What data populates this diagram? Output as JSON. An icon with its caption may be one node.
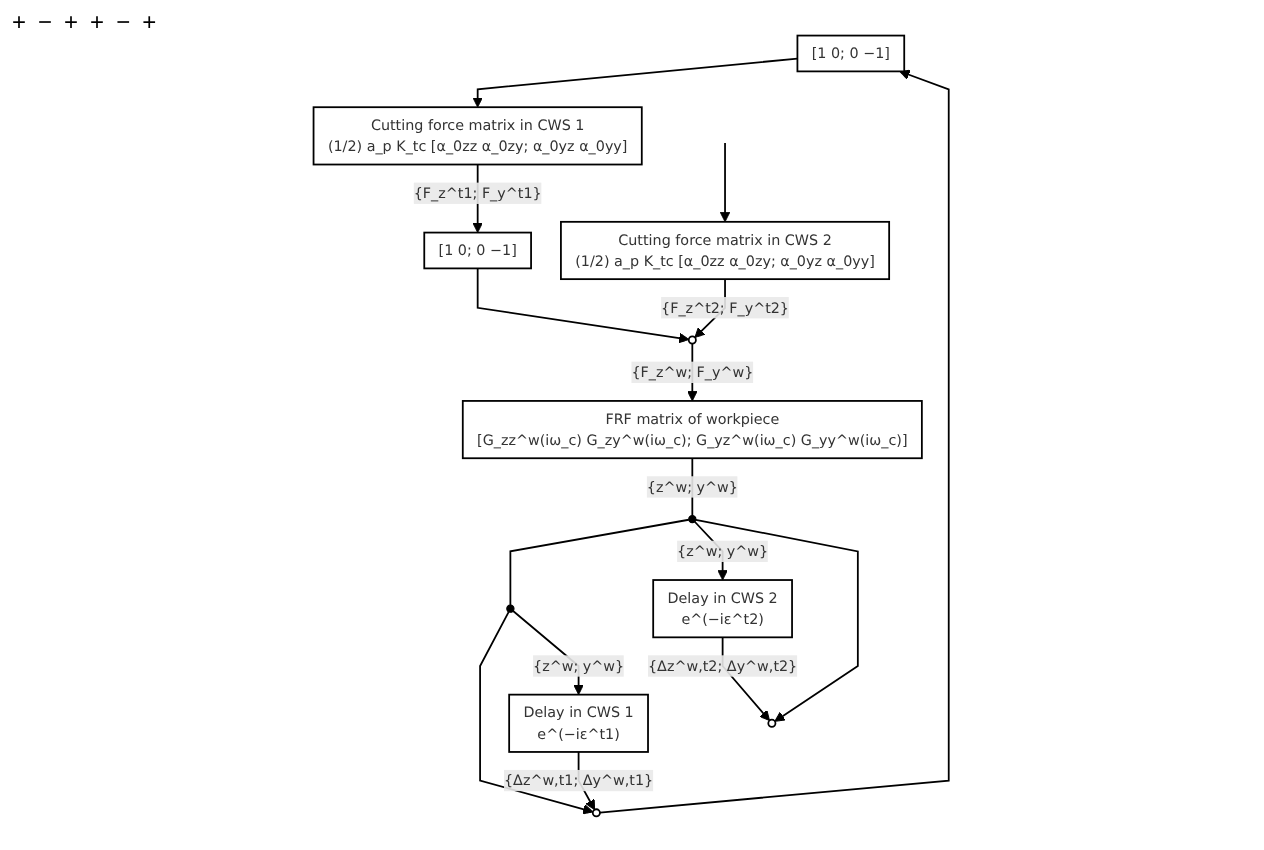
{
  "diagram": {
    "nodes": [
      {
        "text": [
          "[1 0; 0 −1]"
        ]
      },
      {
        "text": [],
        "shape": "circle"
      },
      {
        "text": [],
        "shape": "dot"
      },
      {
        "text": [
          "Delay in CWS 1",
          "e^(−iε^t1)"
        ]
      },
      {
        "text": [
          "Cutting force matrix in CWS 1",
          "(1/2) a_p K_tc [α_0zz α_0zy; α_0yz α_0yy]"
        ]
      },
      {
        "text": [
          "[1 0; 0 −1]"
        ]
      },
      {
        "text": [],
        "shape": "circle"
      },
      {
        "text": [
          "FRF matrix of workpiece",
          "[G_zz^w(iω_c) G_zy^w(iω_c); G_yz^w(iω_c) G_yy^w(iω_c)]"
        ]
      },
      {
        "text": [],
        "shape": "dot"
      },
      {
        "text": [
          "Cutting force matrix in CWS 2",
          "(1/2) a_p K_tc [α_0zz α_0zy; α_0yz α_0yy]"
        ]
      },
      {
        "text": [
          "Delay in CWS 2",
          "e^(−iε^t2)"
        ]
      },
      {
        "text": [],
        "shape": "circle"
      }
    ],
    "edges": [
      {
        "from": 7,
        "to": 8,
        "arrow": "none",
        "label": "{z^w; y^w}"
      },
      {
        "from": 8,
        "to": 2,
        "arrow": "none"
      },
      {
        "from": 2,
        "to": 1,
        "arrow": "to"
      },
      {
        "from": 2,
        "to": 3,
        "arrow": "to",
        "label": "{z^w; y^w}"
      },
      {
        "from": 3,
        "to": 1,
        "arrow": "to",
        "label": "{Δz^w,t1; Δy^w,t1}"
      },
      {
        "from": 1,
        "to": 0,
        "arrow": "to"
      },
      {
        "from": 0,
        "to": 4,
        "arrow": "to"
      },
      {
        "from": 4,
        "to": 5,
        "arrow": "to",
        "label": "{F_z^t1; F_y^t1}"
      },
      {
        "from": 5,
        "to": 6,
        "arrow": "to"
      },
      {
        "from": 9,
        "to": 6,
        "arrow": "to",
        "label": "{F_z^t2; F_y^t2}"
      },
      {
        "from": 6,
        "to": 7,
        "arrow": "to",
        "label": "{F_z^w; F_y^w}"
      },
      {
        "from": 8,
        "to": 10,
        "arrow": "to",
        "label": "{z^w; y^w}"
      },
      {
        "from": 10,
        "to": 11,
        "arrow": "to",
        "label": "{Δz^w,t2; Δy^w,t2}"
      },
      {
        "from": 8,
        "to": 11,
        "arrow": "to"
      },
      {
        "from": null,
        "to": 9,
        "arrow": "to"
      }
    ],
    "labels": [
      "+",
      "−",
      "+",
      "+",
      "−",
      "+"
    ]
  }
}
